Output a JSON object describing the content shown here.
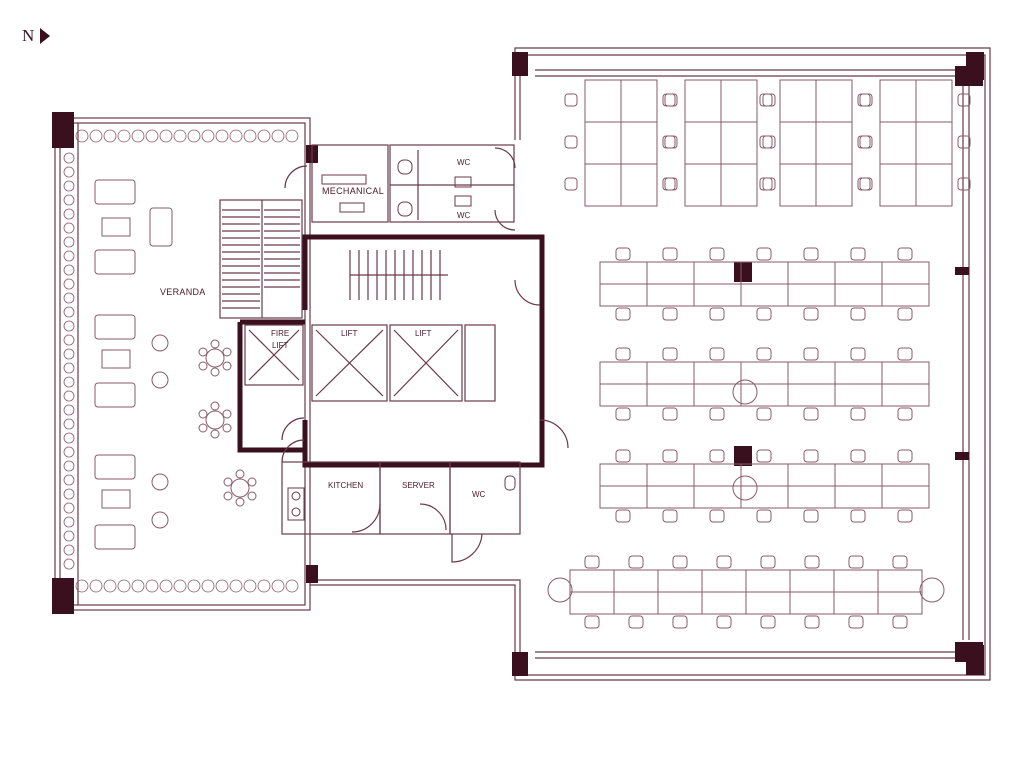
{
  "compass": {
    "label": "N",
    "icon": "north-arrow-icon"
  },
  "rooms": {
    "veranda": "VERANDA",
    "mechanical": "MECHANICAL",
    "wc_upper_1": "WC",
    "wc_upper_2": "WC",
    "fire_lift_1": "FIRE",
    "fire_lift_2": "LIFT",
    "lift_1": "LIFT",
    "lift_2": "LIFT",
    "kitchen": "KITCHEN",
    "server": "SERVER",
    "wc_lower": "WC"
  },
  "colors": {
    "wall": "#3a0f1e",
    "line": "#6b3a4a",
    "furniture": "#8a5a6a",
    "background": "#ffffff"
  }
}
